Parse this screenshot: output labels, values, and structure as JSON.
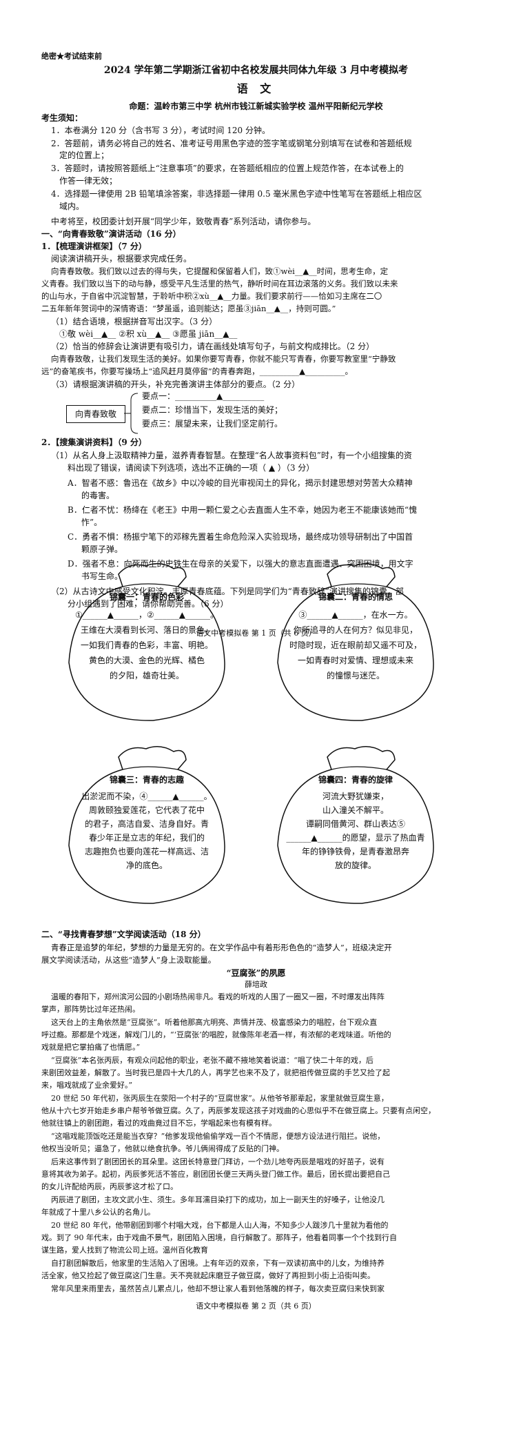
{
  "header": {
    "secret": "绝密★考试结束前",
    "title": "2024 学年第二学期浙江省初中名校发展共同体九年级 3 月中考模拟考",
    "subject": "语 文",
    "authors": "命题：温岭市第三中学    杭州市钱江新城实验学校    温州平阳新纪元学校"
  },
  "notice": {
    "heading": "考生须知：",
    "items": [
      "1．本卷满分 120 分（含书写 3 分），考试时间 120 分钟。",
      "2．答题前，请务必将自己的姓名、准考证号用黑色字迹的签字笔或钢笔分别填写在试卷和答题纸规",
      "定的位置上；",
      "3．答题时，请按照答题纸上“注意事项”的要求，在答题纸相应的位置上规范作答，在本试卷上的",
      "作答一律无效；",
      "4．选择题一律使用 2B 铅笔填涂答案，非选择题一律用 0.5 毫米黑色字迹中性笔写在答题纸上相应区",
      "域内。"
    ]
  },
  "intro": "中考将至，校团委计划开展“同学少年，致敬青春”系列活动，请你参与。",
  "part1": {
    "heading": "一、“向青春致敬”演讲活动（16 分）",
    "q1": "1．【梳理演讲框架】（7 分）",
    "q1_sub": "阅读演讲稿开头，根据要求完成任务。",
    "speech": [
      "向青春致敬。我们致以过去的得与失，它提醒和保留着人们，致①wèi__▲__时间，思考生命，定",
      "义青春。我们致以当下的动与静，感受平凡生活里的热气，静听时间在耳边滚落的义务。我们致以未来",
      "的山与水，于自省中沉淀智慧，于聆听中积②xù__▲__力量。我们要求前行——恰如习主席在二〇",
      "二五年新年贺词中的深情寄语：“梦虽遥，追则能达；愿虽③jiān__▲__，持则可圆。”"
    ],
    "q1_1": "（1）结合语境，根据拼音写出汉字。（3 分）",
    "q1_1_opts": "①敬 wèi__▲__        ②积 xù__▲__        ③愿虽 jiān__▲__",
    "q1_2": "（2）恰当的修辞会让演讲更有吸引力，请在画线处填写句子，与前文构成排比。（2 分）",
    "q1_2_text": [
      "向青春致敬，让我们发现生活的美好。如果你要写青春，你就不能只写青春，你要写教室里“宁静致",
      "远”的奋笔疾书，你要写操场上“追风赶月莫停留”的青春奔跑，__________▲__________。"
    ],
    "q1_3": "（3）请根据演讲稿的开头，补充完善演讲主体部分的要点。（2 分）",
    "outline_root": "向青春致敬",
    "outline_points": [
      "要点一：__________▲__________",
      "要点二：珍惜当下，发现生活的美好；",
      "要点三：展望未来，让我们坚定前行。"
    ],
    "q2": "2．【搜集演讲资料】（9 分）",
    "q2_1": "（1）从名人身上汲取精神力量，滋养青春智慧。在整理“名人故事资料包”时，有一个小组搜集的资",
    "q2_1b": "料出现了错误，请阅读下列选项，选出不正确的一项（  ▲  ）（3 分）",
    "options": [
      "A．智者不惑：鲁迅在《故乡》中以冷峻的目光审视闰土的异化，揭示封建思想对劳苦大众精神",
      "的毒害。",
      "B．仁者不忧：杨绛在《老王》中用一颗仁爱之心去直面人生不幸，她因为老王不能康该她而“愧",
      "怍”。",
      "C．勇者不惧：杨振宁笔下的邓稼先置着生命危险深入实验现场，最终成功领导研制出了中国首",
      "颗原子弹。",
      "D．强者不息：向死而生的史铁生在母亲的关爱下，以强大的意志直面遭遇、突围困境，用文字",
      "书写生命。"
    ],
    "q2_2": "（2）从古诗文中感受文化积淀，丰厚青春底蕴。下列是同学们为“青春致辞”演讲搜集的锦囊，部",
    "q2_2b": "分小组遇到了困难，请你帮助完善。（6 分）"
  },
  "footer1": "语文中考模拟卷  第 1 页（共 6 页）",
  "bags": [
    {
      "title": "锦囊一：青春的色彩",
      "lines": [
        "①______▲______，②______▲______。",
        "王维在大漠看到长河、落日的景色，",
        "一如我们青春的色彩，丰富、明艳。",
        "黄色的大漠、金色的光辉、橘色",
        "的夕阳，雄奇壮美。"
      ]
    },
    {
      "title": "锦囊二：青春的情思",
      "lines": [
        "③______▲______，在水一方。",
        "你所追寻的人在何方？似见非见，",
        "时隐时现，近在眼前却又遥不可及，",
        "一如青春时对爱情、理想或未来",
        "的憧憬与迷茫。"
      ]
    },
    {
      "title": "锦囊三：青春的志趣",
      "lines": [
        "出淤泥而不染，④______▲______。",
        "周敦颐独爱莲花，它代表了花中",
        "的君子，高洁自爱、洁身自好。青",
        "春少年正是立志的年纪，我们的",
        "志趣抱负也要向莲花一样高远、洁",
        "净的底色。"
      ]
    },
    {
      "title": "锦囊四：青春的旋律",
      "lines": [
        "河流大野犹嫌束，",
        "山入潼关不解平。",
        "谭嗣同借黄河、群山表达⑤",
        "______▲______的愿望，显示了热血青",
        "年的铮铮铁骨，是青春激昂奔",
        "放的旋律。"
      ]
    }
  ],
  "part2": {
    "heading": "二、“寻找青春梦想”文学阅读活动（18 分）",
    "intro": [
      "青春正是追梦的年纪，梦想的力量是无穷的。在文学作品中有着形形色色的“造梦人”，班级决定开",
      "展文学阅读活动，从这些“造梦人”身上汲取能量。"
    ],
    "story_title": "“豆腐张”的夙愿",
    "story_author": "薛培政",
    "paragraphs": [
      "温暖的春阳下，郑州滨河公园的小剧场热闹非凡。看戏的听戏的人围了一圈又一圈，不时爆发出阵阵",
      "掌声，那阵势比过年还热闹。",
      "这天台上的主角依然是“豆腐张”。听着他那高亢明亮、声情并茂、极富感染力的唱腔，台下观众直",
      "呼过瘾。那都是个戏迷，解戏门儿的，“‘豆腐张’的唱腔，就像陈年老酒一样，有浓郁的老戏味道。听他的",
      "戏就是把它掌拍痛了也情愿。”",
      "“豆腐张”本名张丙辰，有观众问起他的职业，老张不藏不掖地笑着说道：“唱了快二十年的戏，后",
      "来剧团效益差，解散了。当时我已是四十大几的人，再学艺也来不及了，就把祖传做豆腐的手艺又捡了起",
      "来，唱戏就成了业余爱好。”",
      "20 世纪 50 年代初，张丙辰生在荥阳一个村子的“豆腐世家”。从他爷爷那辈起，家里就做豆腐生意，",
      "他从十六七岁开始走乡串户帮爷爷做豆腐。久了，丙辰爹发现这孩子对戏曲的心思似乎不在做豆腐上。只要有点闲空，",
      "他就往镇上的剧团跑，看过的戏曲竟过目不忘，学唱起来也有模有样。",
      "“这唱戏能顶饭吃还是能当衣穿？”他爹发现他偷偷学戏一百个不情愿，便想方设法进行阻拦。说他，",
      "他权当没听见；逼急了，他就以绝食抗争。爷儿俩闹得成了反贴的门神。",
      "后来这事传到了剧团团长的耳朵里。这团长特意登门拜访，一个劲儿地夸丙辰是唱戏的好苗子，说有",
      "意将其收为弟子。起初，丙辰爹死活不答应，剧团团长便三天两头登门做工作。最后，团长提出要把自己",
      "的女儿许配给丙辰，丙辰爹这才松了口。",
      "丙辰进了剧团，主攻文武小生、须生。多年耳濡目染打下的成功，加上一副天生的好嗓子，让他没几",
      "年就成了十里八乡公认的名角儿。",
      "20 世纪 80 年代，他带剧团到哪个村唱大戏，台下都是人山人海，不知多少人跋涉几十里就为看他的",
      "戏。到了 90 年代末，由于戏曲不景气，剧团陷入困境，自行解散了。那阵子，他看着同事一个个找到行自",
      "谋生路，爱人找到了物流公司上班。温州百化教育",
      "自打剧团解散后，他家里的生活陷入了困境。上有年迈的双亲，下有一双读初高中的儿女，为维持养",
      "活全家，他又捡起了做豆腐这门生意。天不亮就起床磨豆子做豆腐，做好了再担到小街上沿街叫卖。",
      "常年风里来雨里去，虽然苦点儿累点儿，他却不想让家人看到他落魄的样子，每次卖豆腐归来快到家"
    ]
  },
  "footer2": "语文中考模拟卷  第 2 页（共 6 页）"
}
